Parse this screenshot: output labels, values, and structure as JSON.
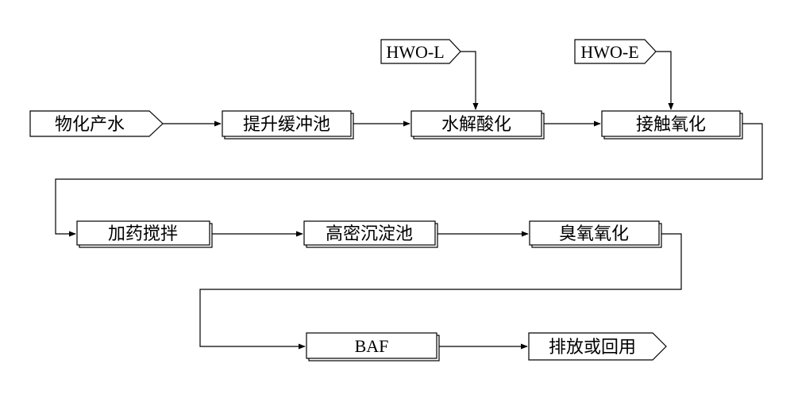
{
  "nodes": {
    "source": "物化产水",
    "lift_tank": "提升缓冲池",
    "hydrolysis": "水解酸化",
    "contact_oxidation": "接触氧化",
    "chem_mixing": "加药搅拌",
    "hd_settler": "高密沉淀池",
    "ozone": "臭氧氧化",
    "baf": "BAF",
    "discharge": "排放或回用"
  },
  "inputs": {
    "hwo_l": "HWO-L",
    "hwo_e": "HWO-E"
  }
}
